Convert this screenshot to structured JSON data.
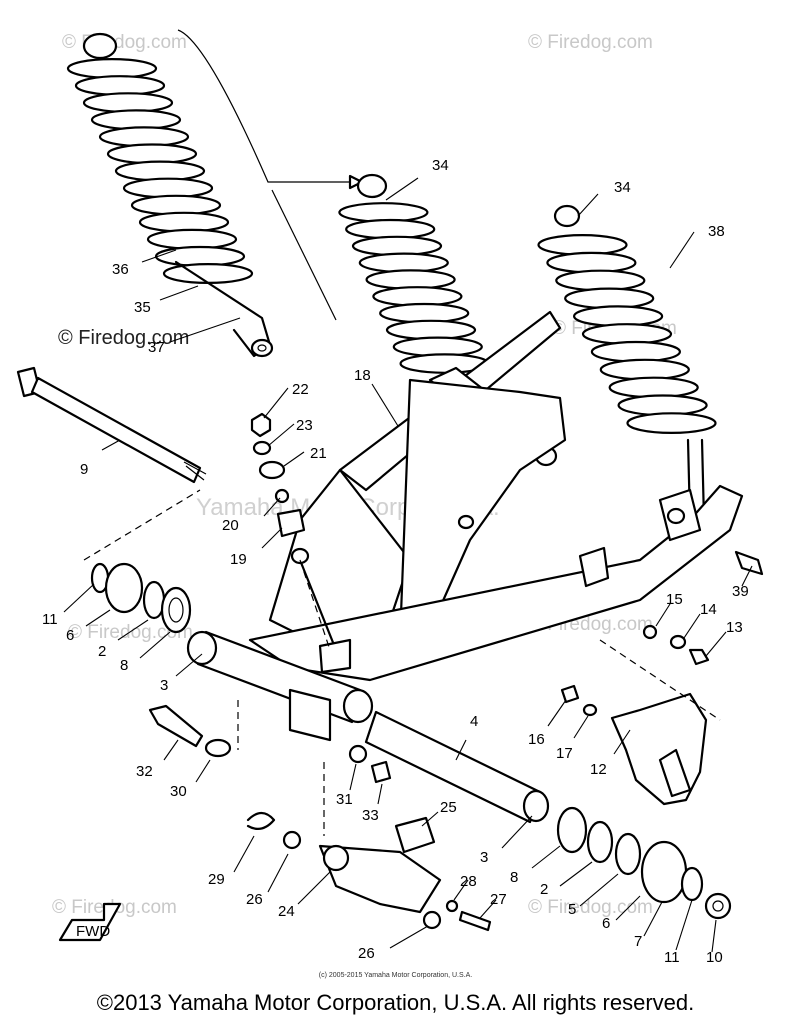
{
  "watermarks": {
    "corner": "© Firedog.com",
    "dark": "© Firedog.com",
    "center": "Yamaha Motor Corp., U.S.A."
  },
  "small_credit": "(c) 2005-2015 Yamaha Motor Corporation, U.S.A.",
  "copyright": "©2013 Yamaha Motor Corporation, U.S.A. All rights reserved.",
  "fwd_label": "FWD",
  "callouts": [
    "36",
    "35",
    "37",
    "34",
    "34",
    "38",
    "18",
    "22",
    "23",
    "21",
    "20",
    "19",
    "9",
    "39",
    "15",
    "14",
    "13",
    "11",
    "6",
    "2",
    "8",
    "3",
    "16",
    "17",
    "12",
    "4",
    "32",
    "30",
    "31",
    "33",
    "25",
    "3",
    "8",
    "29",
    "26",
    "24",
    "28",
    "27",
    "2",
    "5",
    "6",
    "7",
    "11",
    "10",
    "26"
  ]
}
